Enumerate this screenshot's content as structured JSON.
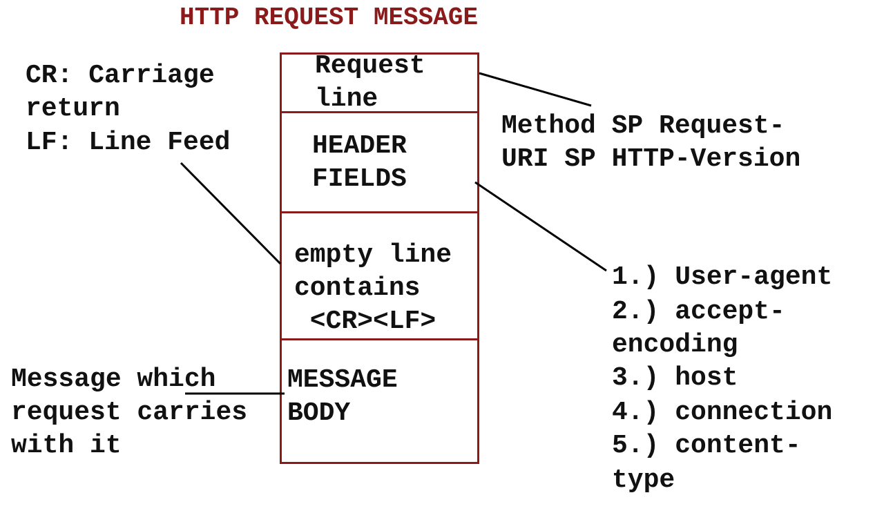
{
  "title": "HTTP REQUEST MESSAGE",
  "colors": {
    "box_border": "#8b1a1a",
    "title": "#8b1a1a",
    "text": "#111111",
    "lines": "#000000"
  },
  "sections": [
    {
      "lines": [
        "Request",
        "line"
      ]
    },
    {
      "lines": [
        "HEADER",
        "FIELDS"
      ]
    },
    {
      "lines": [
        "empty line",
        "contains",
        " <CR><LF>"
      ]
    },
    {
      "lines": [
        "MESSAGE",
        "BODY"
      ]
    }
  ],
  "annotations": {
    "crlf": [
      "CR: Carriage",
      "return",
      "LF: Line Feed"
    ],
    "request_line_format": [
      "Method SP Request-",
      "URI SP HTTP-Version"
    ],
    "body_note": [
      "Message which",
      "request carries",
      "with it"
    ],
    "headers": [
      "1.) User-agent",
      "2.) accept-",
      "encoding",
      "3.) host",
      "4.) connection",
      "5.) content-",
      "type"
    ]
  }
}
